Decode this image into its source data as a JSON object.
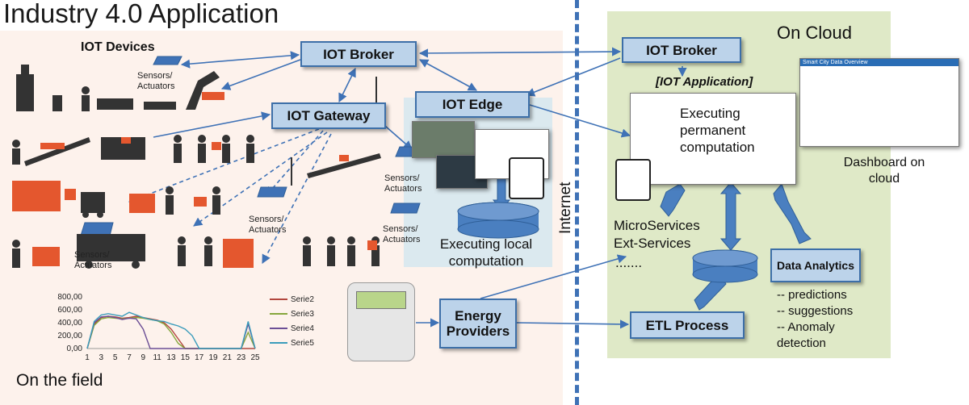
{
  "title": "Industry 4.0 Application",
  "sections": {
    "iot_devices": "IOT Devices",
    "on_cloud": "On Cloud",
    "on_the_field": "On the field",
    "internet": "Internet"
  },
  "boxes": {
    "iot_broker_field": "IOT Broker",
    "iot_gateway": "IOT Gateway",
    "iot_edge": "IOT Edge",
    "iot_broker_cloud": "IOT Broker",
    "energy_providers": "Energy Providers",
    "etl_process": "ETL Process",
    "data_analytics": "Data Analytics"
  },
  "labels": {
    "sensors_actuators_1": "Sensors/ Actuators",
    "sensors_actuators_2": "Sensors/ Actuators",
    "sensors_actuators_3": "Sensors/ Actuators",
    "sensors_actuators_4": "Sensors/ Actuators",
    "sensors_actuators_5": "Sensors/ Actuators",
    "executing_local": "Executing local computation",
    "iot_application": "[IOT Application]",
    "executing_permanent": "Executing permanent computation",
    "dashboard_on_cloud": "Dashboard on cloud",
    "dashboard_title": "Smart City Data Overview",
    "microservices": "MicroServices",
    "ext_services": "Ext-Services",
    "ellipsis": ".......",
    "analytics_items": [
      "-- predictions",
      "-- suggestions",
      "-- Anomaly detection"
    ]
  },
  "colors": {
    "box_fill": "#bcd3ea",
    "box_border": "#3d6fa8",
    "arrow": "#3f72b6",
    "field_bg": "#fdf2ec",
    "cloud_bg": "#dfe9c7",
    "edge_bg": "#dbe9ef"
  },
  "chart_data": {
    "type": "line",
    "x": [
      1,
      2,
      3,
      4,
      5,
      6,
      7,
      8,
      9,
      10,
      11,
      12,
      13,
      14,
      15,
      16,
      17,
      18,
      19,
      20,
      21,
      22,
      23,
      24,
      25
    ],
    "x_tick_labels": [
      "1",
      "3",
      "5",
      "7",
      "9",
      "11",
      "13",
      "15",
      "17",
      "19",
      "21",
      "23",
      "25"
    ],
    "y_tick_labels": [
      "800,00",
      "600,00",
      "400,00",
      "200,00",
      "0,00"
    ],
    "ylim": [
      0,
      800
    ],
    "series": [
      {
        "name": "Serie2",
        "color": "#b2473e",
        "values": [
          0,
          380,
          480,
          500,
          490,
          470,
          480,
          500,
          480,
          460,
          440,
          400,
          300,
          150,
          0,
          0,
          0,
          0,
          0,
          0,
          0,
          0,
          0,
          0,
          0
        ]
      },
      {
        "name": "Serie3",
        "color": "#86a63c",
        "values": [
          0,
          360,
          460,
          480,
          470,
          460,
          470,
          480,
          470,
          450,
          430,
          380,
          250,
          80,
          0,
          0,
          0,
          0,
          0,
          0,
          0,
          0,
          0,
          250,
          0
        ]
      },
      {
        "name": "Serie4",
        "color": "#6c4f96",
        "values": [
          0,
          400,
          490,
          500,
          480,
          450,
          470,
          460,
          300,
          0,
          0,
          0,
          0,
          0,
          0,
          0,
          0,
          0,
          0,
          0,
          0,
          0,
          0,
          380,
          0
        ]
      },
      {
        "name": "Serie5",
        "color": "#3b9cbb",
        "values": [
          0,
          420,
          520,
          540,
          520,
          500,
          560,
          520,
          480,
          450,
          430,
          420,
          380,
          350,
          300,
          200,
          0,
          0,
          0,
          0,
          0,
          0,
          0,
          420,
          0
        ]
      }
    ]
  }
}
